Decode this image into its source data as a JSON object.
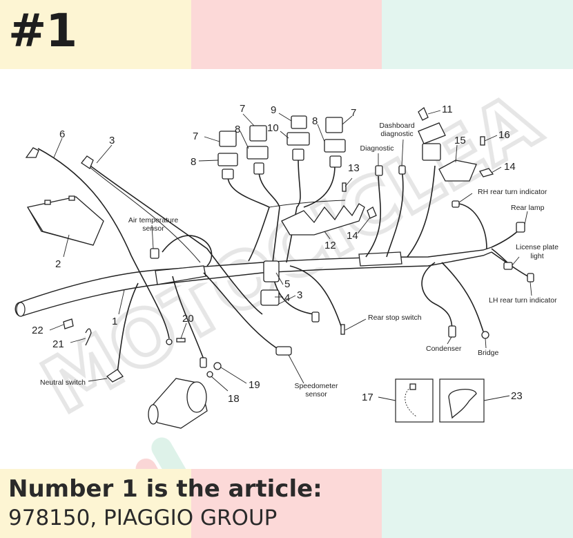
{
  "badge": "#1",
  "caption": {
    "line1": "Number 1 is the article:",
    "line2": "978150, PIAGGIO GROUP"
  },
  "watermark_brand": "MOTOCICLEA",
  "band_colors": [
    "#fdf5d3",
    "#fcd9d8",
    "#e3f5ef"
  ],
  "labels": {
    "air_temperature_sensor_1": "Air temperature",
    "air_temperature_sensor_2": "sensor",
    "dashboard_diagnostic_1": "Dashboard",
    "dashboard_diagnostic_2": "diagnostic",
    "diagnostic": "Diagnostic",
    "rh_rear_turn_indicator": "RH rear turn indicator",
    "rear_lamp": "Rear lamp",
    "license_plate_light_1": "License plate",
    "license_plate_light_2": "light",
    "lh_rear_turn_indicator": "LH rear turn indicator",
    "rear_stop_switch": "Rear stop switch",
    "condenser": "Condenser",
    "bridge": "Bridge",
    "neutral_switch": "Neutral switch",
    "speedometer_sensor_1": "Speedometer",
    "speedometer_sensor_2": "sensor"
  },
  "callouts": {
    "n1": "1",
    "n2": "2",
    "n3a": "3",
    "n3b": "3",
    "n4": "4",
    "n5": "5",
    "n6": "6",
    "n7a": "7",
    "n7b": "7",
    "n7c": "7",
    "n8a": "8",
    "n8b": "8",
    "n8c": "8",
    "n9": "9",
    "n10": "10",
    "n11": "11",
    "n12": "12",
    "n13": "13",
    "n14a": "14",
    "n14b": "14",
    "n15": "15",
    "n16": "16",
    "n17": "17",
    "n18": "18",
    "n19": "19",
    "n20": "20",
    "n21": "21",
    "n22": "22",
    "n23": "23"
  }
}
